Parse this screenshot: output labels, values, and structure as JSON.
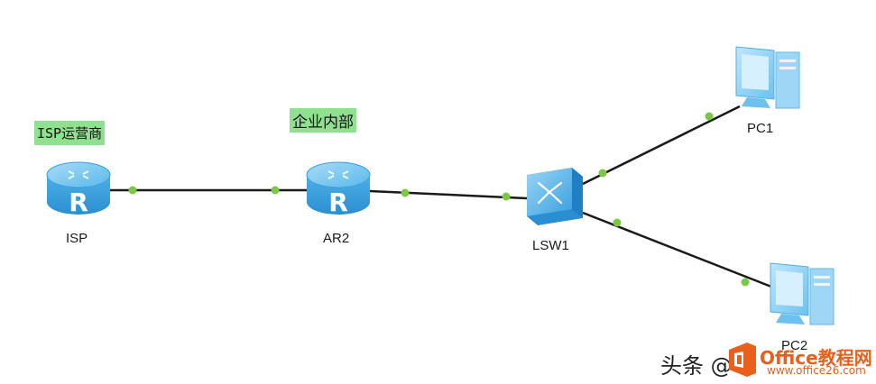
{
  "tags": {
    "isp_area": "ISP运营商",
    "enterprise_area": "企业内部"
  },
  "devices": {
    "isp": "ISP",
    "ar2": "AR2",
    "lsw1": "LSW1",
    "pc1": "PC1",
    "pc2": "PC2"
  },
  "watermark": {
    "toutiao": "头条 @",
    "brand": "Office教程网",
    "url": "www.office26.com"
  },
  "colors": {
    "link": "#1a1a1a",
    "port_dot": "#7ac943",
    "tag_bg": "#8fe08f",
    "device_blue": "#3aa0e0",
    "watermark_orange": "#e8601c"
  },
  "icons": {
    "router": "router-icon",
    "switch": "switch-icon",
    "pc": "pc-icon"
  }
}
